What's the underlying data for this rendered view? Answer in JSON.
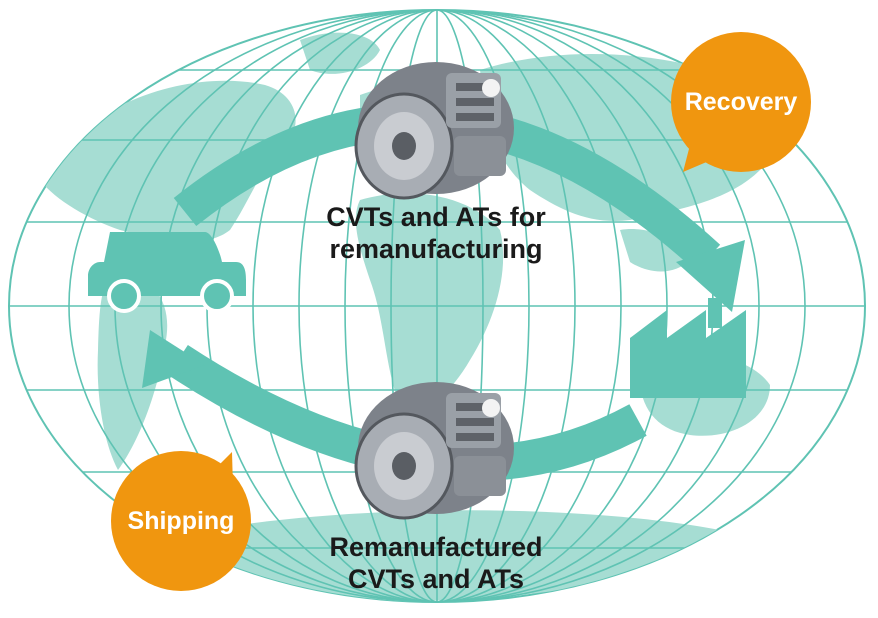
{
  "diagram": {
    "captions": {
      "recovered_line1": "CVTs and ATs for",
      "recovered_line2": "remanufacturing",
      "remanufactured_line1": "Remanufactured",
      "remanufactured_line2": "CVTs and ATs"
    },
    "bubbles": {
      "recovery": "Recovery",
      "shipping": "Shipping"
    },
    "icons": {
      "vehicle": "car-icon",
      "plant": "factory-icon",
      "part": "transmission-icon",
      "background": "world-map-icon"
    },
    "colors": {
      "teal": "#5fc3b3",
      "teal_light": "#a6ddd3",
      "grid": "#5fc3b3",
      "orange": "#f0960f",
      "text": "#1a1a1a",
      "white": "#ffffff"
    }
  }
}
